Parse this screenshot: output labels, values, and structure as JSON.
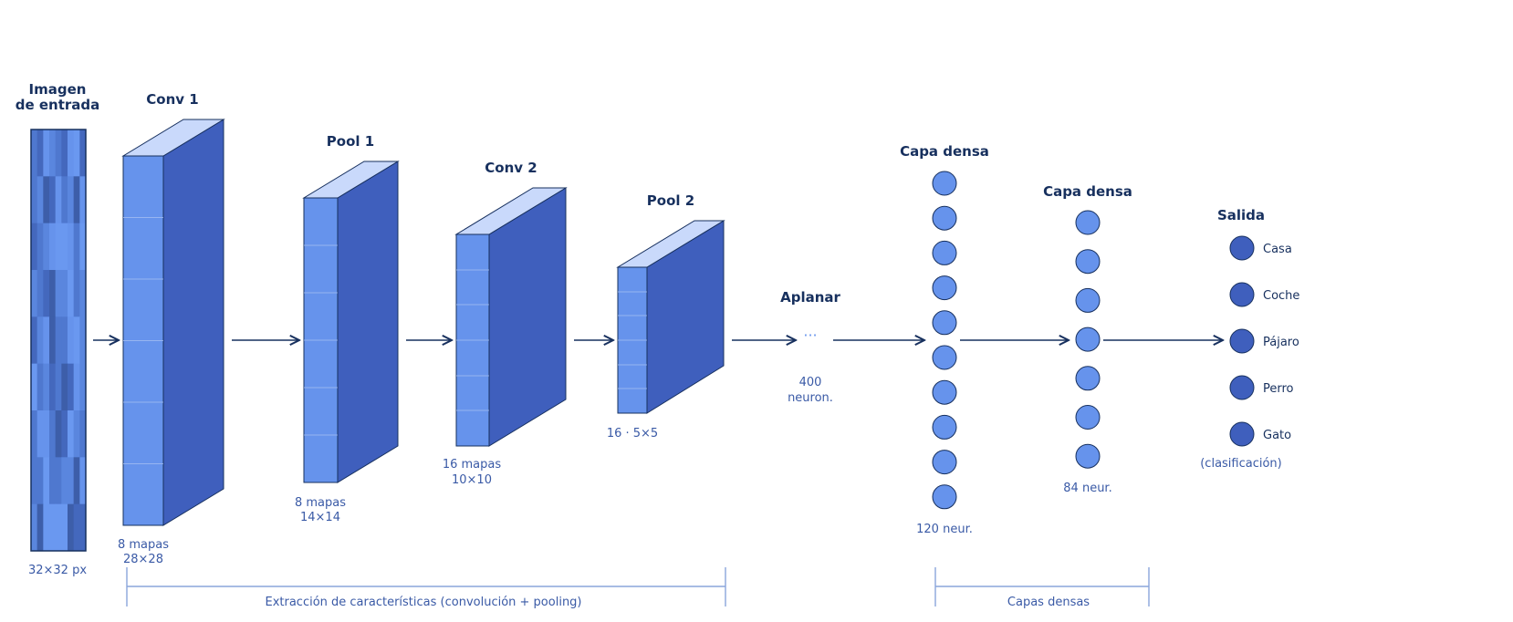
{
  "input": {
    "title_line1": "Imagen",
    "title_line2": "de entrada",
    "caption": "32×32 px"
  },
  "conv1": {
    "title": "Conv 1",
    "caption_line1": "8 mapas",
    "caption_line2": "28×28"
  },
  "pool1": {
    "title": "Pool 1",
    "caption_line1": "8 mapas",
    "caption_line2": "14×14"
  },
  "conv2": {
    "title": "Conv 2",
    "caption_line1": "16 mapas",
    "caption_line2": "10×10"
  },
  "pool2": {
    "title": "Pool 2",
    "caption": "16 · 5×5"
  },
  "flatten": {
    "title": "Aplanar",
    "dots": "···",
    "caption_line1": "400",
    "caption_line2": "neuron."
  },
  "dense1": {
    "title": "Capa densa",
    "caption": "120 neur.",
    "neurons_shown": 10
  },
  "dense2": {
    "title": "Capa densa",
    "caption": "84 neur.",
    "neurons_shown": 7
  },
  "output": {
    "title": "Salida",
    "classes": [
      "Casa",
      "Coche",
      "Pájaro",
      "Perro",
      "Gato"
    ],
    "caption": "(clasificación)"
  },
  "brackets": {
    "features": "Extracción de características (convolución + pooling)",
    "dense": "Capas densas"
  },
  "colors": {
    "front": "#6693ec",
    "top": "#c9d9fb",
    "side": "#3f5fbd",
    "outline": "#17305e",
    "caption": "#3a5aa6",
    "bracket": "#8aa5dc"
  }
}
